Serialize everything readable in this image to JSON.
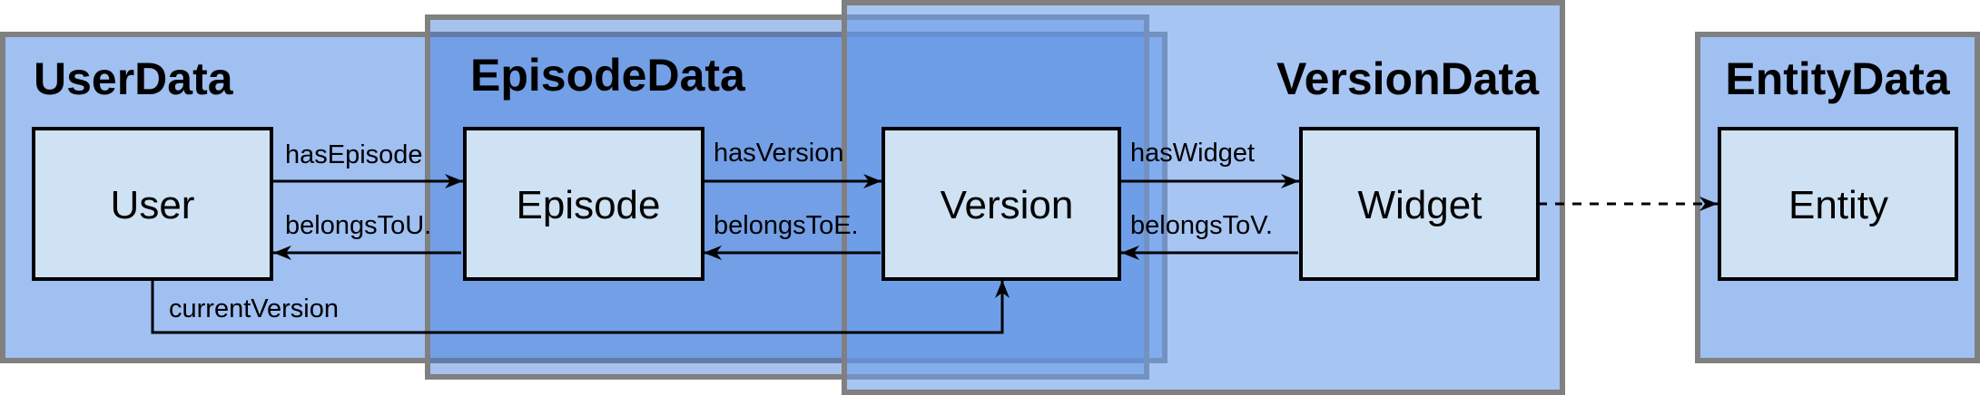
{
  "groups": {
    "user_data": {
      "title": "UserData"
    },
    "episode_data": {
      "title": "EpisodeData"
    },
    "version_data": {
      "title": "VersionData"
    },
    "entity_data": {
      "title": "EntityData"
    }
  },
  "nodes": {
    "user": "User",
    "episode": "Episode",
    "version": "Version",
    "widget": "Widget",
    "entity": "Entity"
  },
  "edges": {
    "has_episode": "hasEpisode",
    "belongs_to_u": "belongsToU.",
    "has_version": "hasVersion",
    "belongs_to_e": "belongsToE.",
    "has_widget": "hasWidget",
    "belongs_to_v": "belongsToV.",
    "current_version": "currentVersion"
  },
  "colors": {
    "group_fill": "#6d9eeb",
    "group_border": "#808080",
    "node_fill": "#cfe2f3",
    "node_border": "#000000",
    "edge": "#000000"
  }
}
